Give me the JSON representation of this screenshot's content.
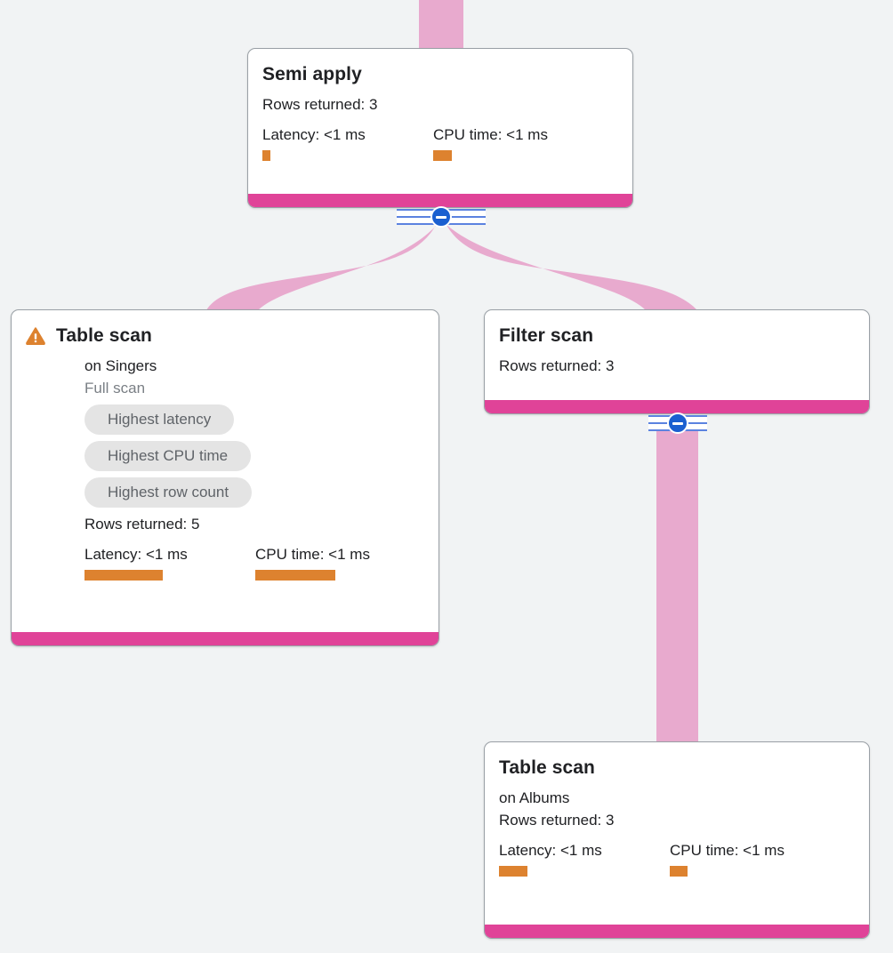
{
  "theme": {
    "background": "#f1f3f4",
    "card_background": "#ffffff",
    "card_border": "#9aa0a6",
    "accent_bar": "#e04398",
    "edge_color": "#e8aace",
    "metric_bar": "#dd822f",
    "chip_background": "#e4e4e4",
    "chip_text": "#5f6368",
    "toggle_blue": "#1a5fd0",
    "warning_orange": "#dd822f"
  },
  "nodes": [
    {
      "id": "semi-apply",
      "title": "Semi apply",
      "rows_returned": "Rows returned: 3",
      "latency_label": "Latency: <1 ms",
      "cpu_label": "CPU time: <1 ms",
      "latency_bar_width": 9,
      "cpu_bar_width": 21,
      "warning": false
    },
    {
      "id": "table-scan-singers",
      "title": "Table scan",
      "subtitle": "on Singers",
      "detail": "Full scan",
      "chips": [
        "Highest latency",
        "Highest CPU time",
        "Highest row count"
      ],
      "rows_returned": "Rows returned: 5",
      "latency_label": "Latency: <1 ms",
      "cpu_label": "CPU time: <1 ms",
      "latency_bar_width": 88,
      "cpu_bar_width": 90,
      "warning": true
    },
    {
      "id": "filter-scan",
      "title": "Filter scan",
      "rows_returned": "Rows returned: 3",
      "warning": false
    },
    {
      "id": "table-scan-albums",
      "title": "Table scan",
      "subtitle": "on Albums",
      "rows_returned": "Rows returned: 3",
      "latency_label": "Latency: <1 ms",
      "cpu_label": "CPU time: <1 ms",
      "latency_bar_width": 32,
      "cpu_bar_width": 20,
      "warning": false
    }
  ],
  "toggles": [
    {
      "id": "toggle-semi-apply",
      "state": "expanded",
      "icon": "minus-icon"
    },
    {
      "id": "toggle-filter-scan",
      "state": "expanded",
      "icon": "minus-icon"
    }
  ],
  "edges": [
    {
      "from": "root",
      "to": "semi-apply",
      "kind": "vertical"
    },
    {
      "from": "semi-apply",
      "to": "table-scan-singers",
      "kind": "curve-left"
    },
    {
      "from": "semi-apply",
      "to": "filter-scan",
      "kind": "curve-right"
    },
    {
      "from": "filter-scan",
      "to": "table-scan-albums",
      "kind": "vertical"
    }
  ]
}
